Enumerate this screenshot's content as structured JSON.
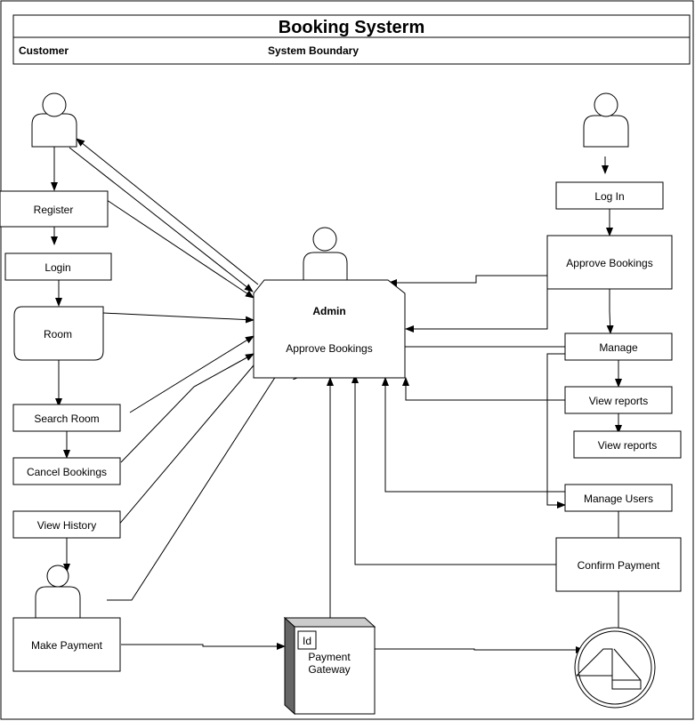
{
  "header": {
    "title": "Booking Systerm",
    "left_label": "Customer",
    "center_label": "System Boundary"
  },
  "nodes": {
    "register": "Register",
    "login": "Login",
    "room": "Room",
    "search_room": "Search Room",
    "cancel_bookings": "Cancel Bookings",
    "view_history": "View History",
    "make_payment": "Make Payment",
    "admin_title": "Admin",
    "admin_subtitle": "Approve Bookings",
    "log_in": "Log In",
    "approve_bookings": "Approve Bookings",
    "manage": "Manage",
    "view_reports_1": "View reports",
    "view_reports_2": "View reports",
    "manage_users": "Manage Users",
    "confirm_payment": "Confirm Payment",
    "gateway_id": "Id",
    "gateway_line1": "Payment",
    "gateway_line2": "Gateway"
  },
  "actors": [
    "customer-actor",
    "admin-actor",
    "staff-actor",
    "payer-actor"
  ],
  "icons": [
    "user-icon",
    "database-icon",
    "external-system-icon"
  ]
}
